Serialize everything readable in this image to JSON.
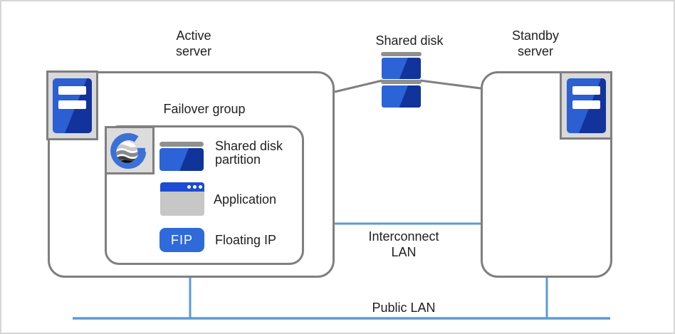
{
  "nodes": {
    "active_server": {
      "line1": "Active",
      "line2": "server"
    },
    "standby_server": {
      "line1": "Standby",
      "line2": "server"
    },
    "shared_disk": {
      "label": "Shared disk"
    },
    "failover_group": {
      "label": "Failover group"
    }
  },
  "failover_items": {
    "partition": {
      "line1": "Shared disk",
      "line2": "partition"
    },
    "application": {
      "label": "Application"
    },
    "floating_ip": {
      "badge": "FIP",
      "label": "Floating IP"
    }
  },
  "networks": {
    "interconnect": {
      "line1": "Interconnect",
      "line2": "LAN"
    },
    "public": {
      "label": "Public LAN"
    }
  },
  "icons": {
    "active_server": "server-icon",
    "standby_server": "server-icon",
    "shared_disk": "disk-stack-icon",
    "partition": "disk-partition-icon",
    "application": "app-window-icon",
    "floating_ip": "fip-badge",
    "cluster_logo": "expresscluster-logo-icon"
  },
  "colors": {
    "box_border": "#7f7f7f",
    "lan_line": "#5b9bd5",
    "icon_blue_light": "#2b5fd2",
    "icon_blue_dark": "#12339b",
    "fip_blue": "#2e6ada",
    "app_titlebar_blue": "#1d4bd1",
    "app_body_gray": "#c7c7c7",
    "disk_cap_gray": "#8f8f8f",
    "icon_frame_bg": "#d9d9d9",
    "logo_blue": "#3b70d8",
    "text": "#1f1f1f",
    "outer_border": "#d6d6d6"
  }
}
